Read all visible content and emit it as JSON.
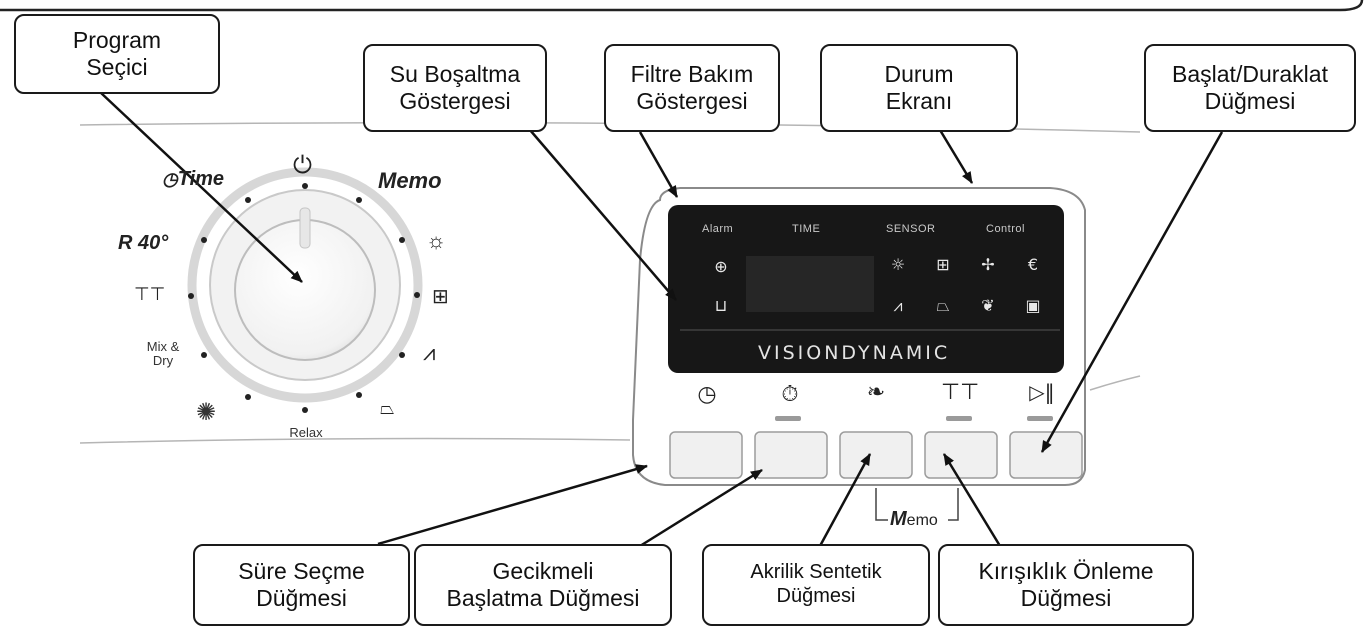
{
  "callouts": {
    "program_selector": "Program\nSeçici",
    "drain_indicator": "Su Boşaltma\nGöstergesi",
    "filter_indicator": "Filtre Bakım\nGöstergesi",
    "status_display": "Durum\nEkranı",
    "start_pause": "Başlat/Duraklat\nDüğmesi",
    "time_select": "Süre Seçme\nDüğmesi",
    "delayed_start": "Gecikmeli\nBaşlatma Düğmesi",
    "acrylic_synthetic": "Akrilik Sentetik\nDüğmesi",
    "anti_crease": "Kırışıklık Önleme\nDüğmesi"
  },
  "dial": {
    "time_label": "Time",
    "memo_label": "Memo",
    "r40_label": "R 40°",
    "mix_dry_label": "Mix &\nDry",
    "relax_label": "Relax",
    "off_symbol": "⏻"
  },
  "display": {
    "alarm": "Alarm",
    "time": "TIME",
    "sensor": "SENSOR",
    "control": "Control",
    "brand": "VISIONDYNAMIC"
  },
  "buttons_row": {
    "memo_label_prefix": "M",
    "memo_label_suffix": "emo"
  },
  "colors": {
    "display_bg": "#171717",
    "panel_outline": "#8a8a8a",
    "led": "#9a9a9a"
  }
}
